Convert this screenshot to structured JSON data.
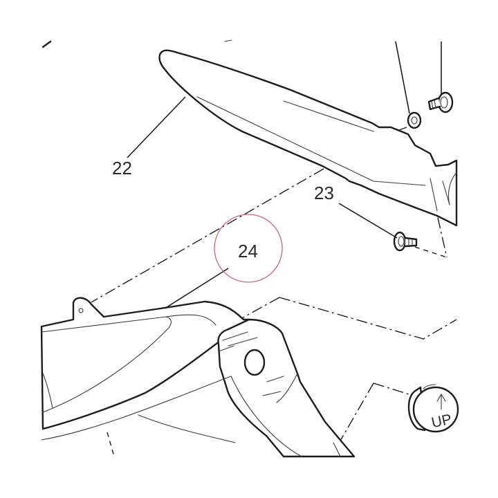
{
  "callouts": {
    "part_22": "22",
    "part_23": "23",
    "part_24": "24"
  },
  "cap": {
    "text": "UP",
    "arrow_icon": "up-arrow-icon"
  },
  "highlight": {
    "target": "24",
    "color": "#c9666e"
  }
}
